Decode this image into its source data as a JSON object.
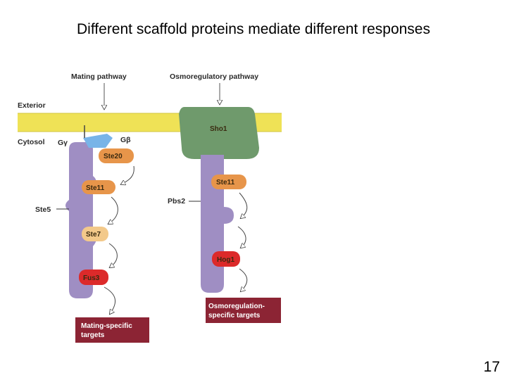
{
  "slide": {
    "title": "Different scaffold proteins mediate different responses",
    "page_number": "17"
  },
  "diagram": {
    "pathway_mating": "Mating pathway",
    "pathway_osmo": "Osmoregulatory pathway",
    "exterior": "Exterior",
    "cytosol": "Cytosol",
    "g_gamma": "Gγ",
    "g_beta": "Gβ",
    "sho1": "Sho1",
    "ste20": "Ste20",
    "ste11_left": "Ste11",
    "ste5": "Ste5",
    "ste7": "Ste7",
    "fus3": "Fus3",
    "ste11_right": "Ste11",
    "pbs2": "Pbs2",
    "hog1": "Hog1",
    "mating_targets_line1": "Mating-specific",
    "mating_targets_line2": "targets",
    "osmo_targets_line1": "Osmoregulation-",
    "osmo_targets_line2": "specific targets"
  },
  "colors": {
    "membrane": "#efe256",
    "scaffold": "#9f8ec3",
    "sho1": "#6f9a6c",
    "orange": "#e7954a",
    "pale_orange": "#f3c98a",
    "red": "#dc2a2a",
    "target_box": "#8c2434",
    "g_protein": "#78b4e8"
  }
}
